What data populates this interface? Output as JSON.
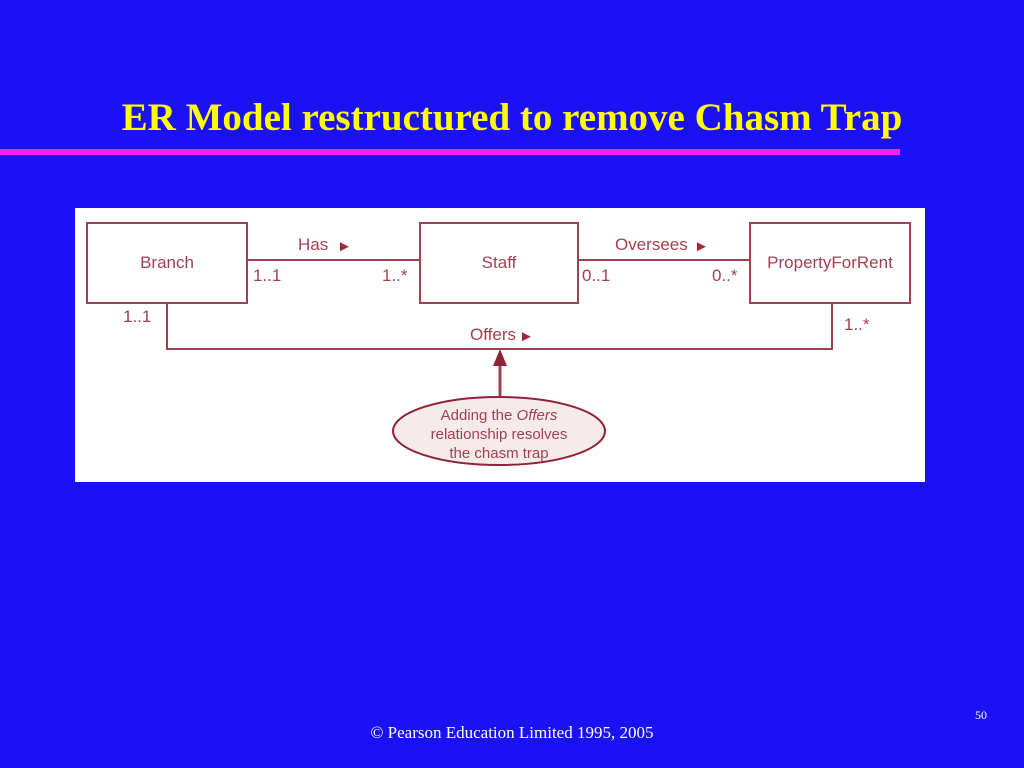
{
  "slide": {
    "background_color": "#1a12f5",
    "title": "ER Model restructured to remove Chasm Trap",
    "title_color": "#ffff00",
    "rule_color": "#ff22ee",
    "footer": "© Pearson Education Limited 1995, 2005",
    "slide_number": "50"
  },
  "diagram": {
    "panel_background": "#ffffff",
    "line_color": "#a34050",
    "note_fill": "#f7eaea",
    "entities": [
      {
        "id": "branch",
        "label": "Branch"
      },
      {
        "id": "staff",
        "label": "Staff"
      },
      {
        "id": "propertyforrent",
        "label": "PropertyForRent"
      }
    ],
    "relationships": [
      {
        "id": "has",
        "label": "Has",
        "direction_marker": "►",
        "from": "Branch",
        "to": "Staff",
        "from_cardinality": "1..1",
        "to_cardinality": "1..*"
      },
      {
        "id": "oversees",
        "label": "Oversees",
        "direction_marker": "►",
        "from": "Staff",
        "to": "PropertyForRent",
        "from_cardinality": "0..1",
        "to_cardinality": "0..*"
      },
      {
        "id": "offers",
        "label": "Offers",
        "direction_marker": "►",
        "from": "Branch",
        "to": "PropertyForRent",
        "from_cardinality": "1..1",
        "to_cardinality": "1..*"
      }
    ],
    "note": {
      "line1_prefix": "Adding the ",
      "line1_emphasis": "Offers",
      "line2": "relationship resolves",
      "line3": "the chasm trap"
    }
  }
}
